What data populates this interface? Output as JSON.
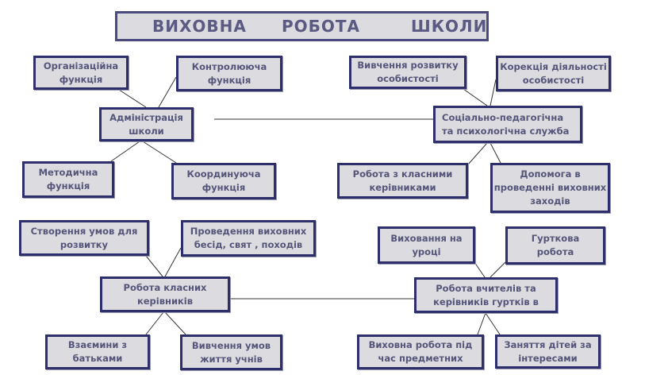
{
  "title": {
    "words": [
      "ВИХОВНА",
      "РОБОТА",
      "ШКОЛИ"
    ]
  },
  "colors": {
    "box_fill": "#dcdce0",
    "box_border": "#2e2e6a",
    "text": "#55557a",
    "line": "#333333"
  },
  "clusters": {
    "administration": {
      "center": {
        "line1": "Адміністрація",
        "line2": "школи"
      },
      "top_left": {
        "line1": "Організаційна",
        "line2": "функція"
      },
      "top_right": {
        "line1": "Контролююча",
        "line2": "функція"
      },
      "bottom_left": {
        "line1": "Методична",
        "line2": "функція"
      },
      "bottom_right": {
        "line1": "Координуюча",
        "line2": "функція"
      }
    },
    "social_service": {
      "center": {
        "line1": "Соціально-педагогічна",
        "line2": "та психологічна служба"
      },
      "top_left": {
        "line1": "Вивчення розвитку",
        "line2": "особистості"
      },
      "top_right": {
        "line1": "Корекція діяльності",
        "line2": "особистості"
      },
      "bottom_left": {
        "line1": "Робота з класними",
        "line2": "керівниками"
      },
      "bottom_right": {
        "line1": "Допомога в",
        "line2": "проведенні виховних",
        "line3": "заходів"
      }
    },
    "class_teachers": {
      "center": {
        "line1": "Робота класних",
        "line2": "керівників"
      },
      "top_left": {
        "line1": "Створення умов для",
        "line2": "розвитку"
      },
      "top_right": {
        "line1": "Проведення виховних",
        "line2": "бесід,  свят , походів"
      },
      "bottom_left": {
        "line1": "Взаємини з",
        "line2": "батьками"
      },
      "bottom_right": {
        "line1": "Вивчення умов",
        "line2": "життя учнів"
      }
    },
    "teachers_clubs": {
      "center": {
        "line1": "Робота вчителів та",
        "line2": "керівників гуртків в"
      },
      "top_left": {
        "line1": "Виховання на",
        "line2": "уроці"
      },
      "top_right": {
        "line1": "Гурткова",
        "line2": "робота"
      },
      "bottom_left": {
        "line1": "Виховна робота під",
        "line2": "час предметних"
      },
      "bottom_right": {
        "line1": "Заняття дітей за",
        "line2": "інтересами"
      }
    }
  }
}
